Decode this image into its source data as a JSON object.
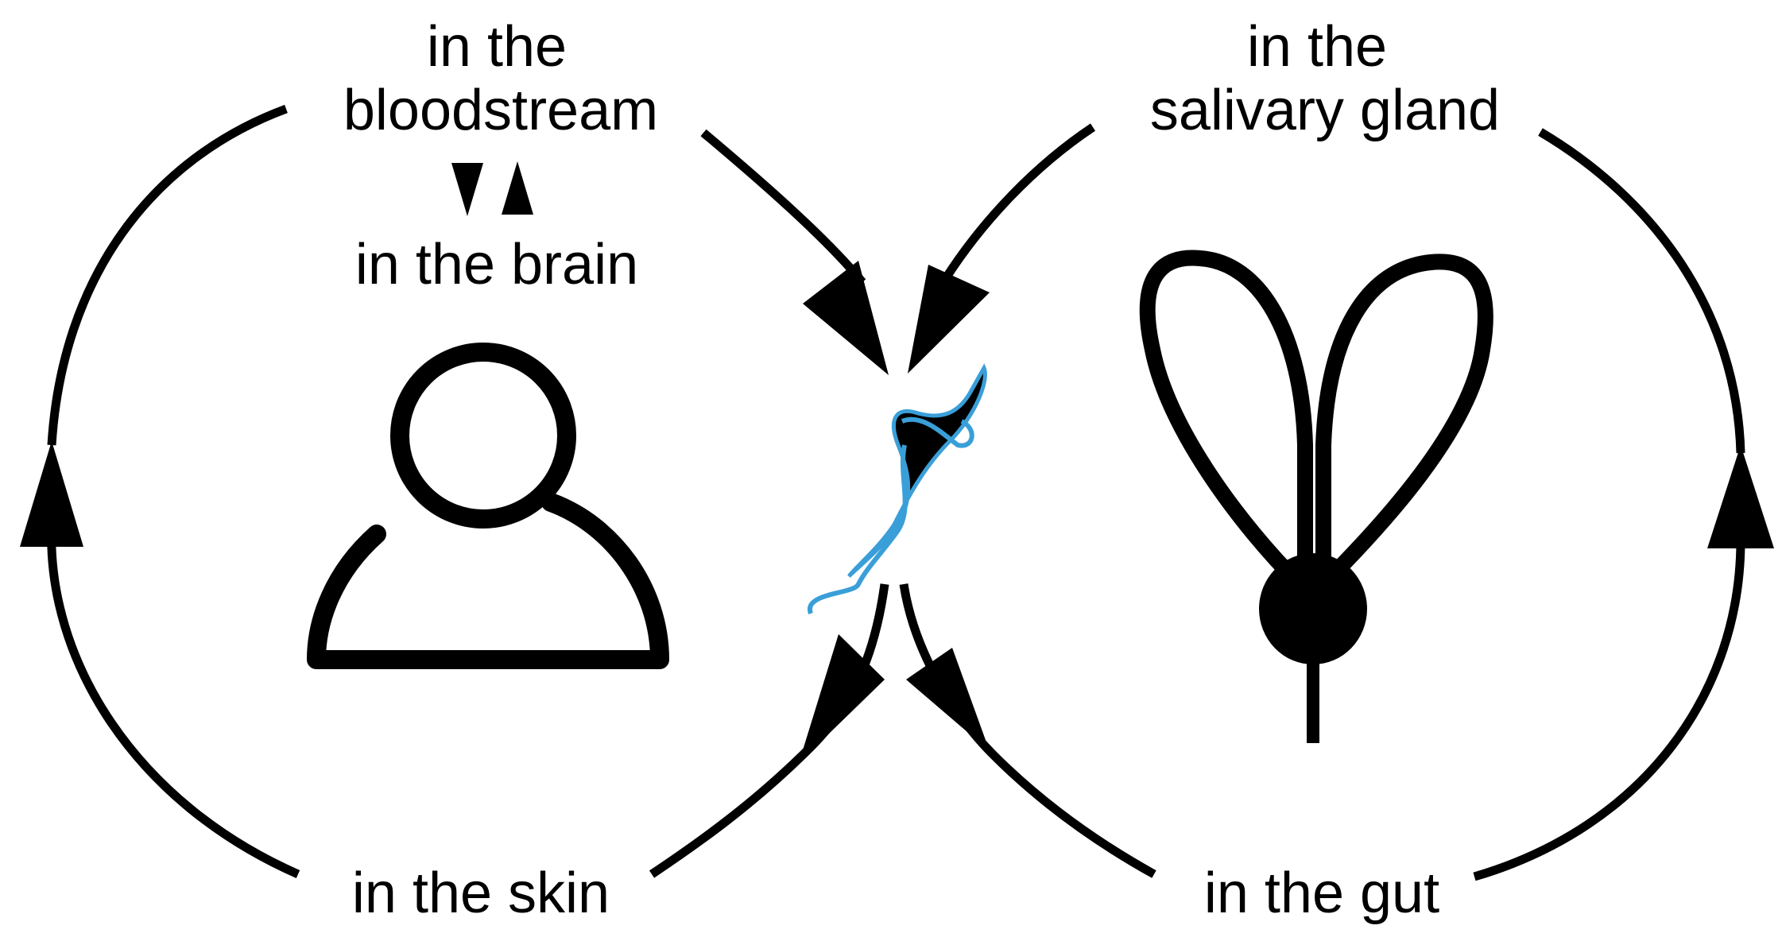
{
  "labels": {
    "bloodstream_line1": "in the",
    "bloodstream_line2": "bloodstream",
    "brain": "in the brain",
    "salivary_line1": "in the",
    "salivary_line2": "salivary gland",
    "skin": "in the skin",
    "gut": "in the gut"
  },
  "icons": {
    "human": "person-icon",
    "fly": "tsetse-fly-icon",
    "parasite": "trypanosome-icon"
  },
  "colors": {
    "ink": "#000000",
    "parasite_outline": "#3a9fd8",
    "background": "#ffffff"
  }
}
